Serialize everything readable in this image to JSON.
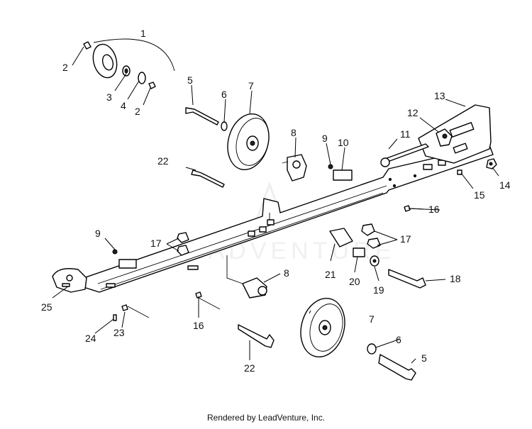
{
  "callouts": [
    {
      "id": "c1",
      "text": "1"
    },
    {
      "id": "c2a",
      "text": "2"
    },
    {
      "id": "c2b",
      "text": "2"
    },
    {
      "id": "c3",
      "text": "3"
    },
    {
      "id": "c4",
      "text": "4"
    },
    {
      "id": "c5a",
      "text": "5"
    },
    {
      "id": "c5b",
      "text": "5"
    },
    {
      "id": "c6a",
      "text": "6"
    },
    {
      "id": "c6b",
      "text": "6"
    },
    {
      "id": "c7a",
      "text": "7"
    },
    {
      "id": "c7b",
      "text": "7"
    },
    {
      "id": "c8a",
      "text": "8"
    },
    {
      "id": "c8b",
      "text": "8"
    },
    {
      "id": "c9a",
      "text": "9"
    },
    {
      "id": "c9b",
      "text": "9"
    },
    {
      "id": "c10",
      "text": "10"
    },
    {
      "id": "c11",
      "text": "11"
    },
    {
      "id": "c12",
      "text": "12"
    },
    {
      "id": "c13",
      "text": "13"
    },
    {
      "id": "c14",
      "text": "14"
    },
    {
      "id": "c15",
      "text": "15"
    },
    {
      "id": "c16a",
      "text": "16"
    },
    {
      "id": "c16b",
      "text": "16"
    },
    {
      "id": "c17a",
      "text": "17"
    },
    {
      "id": "c17b",
      "text": "17"
    },
    {
      "id": "c18",
      "text": "18"
    },
    {
      "id": "c19",
      "text": "19"
    },
    {
      "id": "c20",
      "text": "20"
    },
    {
      "id": "c21",
      "text": "21"
    },
    {
      "id": "c22a",
      "text": "22"
    },
    {
      "id": "c22b",
      "text": "22"
    },
    {
      "id": "c23",
      "text": "23"
    },
    {
      "id": "c24",
      "text": "24"
    },
    {
      "id": "c25",
      "text": "25"
    }
  ],
  "watermark": "LEADVENTURE",
  "footer": "Rendered by LeadVenture, Inc."
}
